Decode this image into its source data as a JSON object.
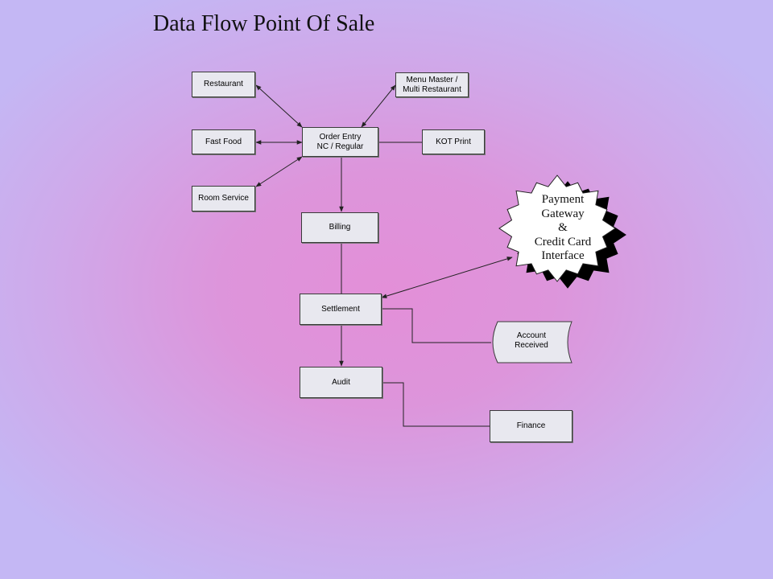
{
  "title": "Data Flow Point Of Sale",
  "nodes": {
    "restaurant": "Restaurant",
    "fast_food": "Fast Food",
    "room_service": "Room Service",
    "order_entry": "Order Entry\nNC / Regular",
    "menu_master": "Menu Master /\nMulti Restaurant",
    "kot_print": "KOT Print",
    "billing": "Billing",
    "settlement": "Settlement",
    "audit": "Audit",
    "finance": "Finance",
    "account_received": "Account\nReceived",
    "payment_gateway": "Payment\nGateway\n&\nCredit Card\nInterface"
  },
  "colors": {
    "box_fill": "#e8e8ef",
    "box_border": "#3a3a3a",
    "burst_fill": "#ffffff",
    "burst_shadow": "#000000"
  }
}
